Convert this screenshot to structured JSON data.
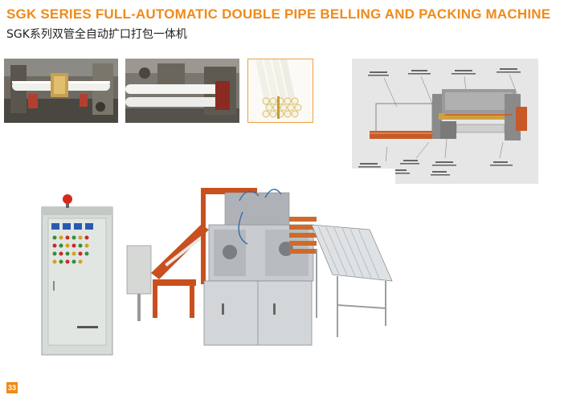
{
  "header": {
    "title_en": "SGK SERIES FULL-AUTOMATIC DOUBLE PIPE BELLING AND PACKING MACHINE",
    "title_cn": "SGK系列双管全自动扩口打包一体机"
  },
  "page_number": "33"
}
